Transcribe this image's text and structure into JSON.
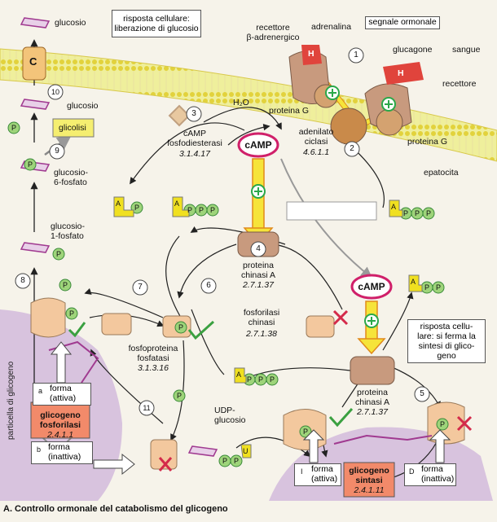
{
  "labels": {
    "glucosio_top": "glucosio",
    "risposta_top": "risposta cellulare:\nliberazione di glucosio",
    "recettore_beta": "recettore\nβ-adrenergico",
    "adrenalina": "adrenalina",
    "segnale": "segnale ormonale",
    "glucagone": "glucagone",
    "sangue": "sangue",
    "recettore": "recettore",
    "carrier": "C",
    "glucosio_10": "glucosio",
    "h2o": "H₂O",
    "proteina_g_left": "proteina G",
    "proteina_g_right": "proteina G",
    "adenilato": "adenilato\nciclasi",
    "adenilato_ec": "4.6.1.1",
    "camp": "cAMP",
    "camp2": "cAMP",
    "fosfodiesterasi": "cAMP\nfosfodiesterasi",
    "fosfodiesterasi_ec": "3.1.4.17",
    "glicolisi": "glicolisi",
    "g6p": "glucosio-\n6-fosfato",
    "epatocita": "epatocita",
    "g1p": "glucosio-\n1-fosfato",
    "pka": "proteina\nchinasi A",
    "pka_ec": "2.7.1.37",
    "pka2": "proteina\nchinasi A",
    "pka2_ec": "2.7.1.37",
    "fosforilasi_chinasi": "fosforilasi\nchinasi",
    "fosforilasi_chinasi_ec": "2.7.1.38",
    "fosfoproteina": "fosfoproteina\nfosfatasi",
    "fosfoproteina_ec": "3.1.3.16",
    "risposta_right": "risposta cellu-\nlare: si ferma la\nsintesi di glico-\ngeno",
    "udp": "UDP-\nglucosio",
    "particella": "particella di glicogeno",
    "forma_a": "forma\n(attiva)",
    "forma_b": "forma\n(inattiva)",
    "glicogeno_fosforilasi": "glicogeno\nfosforilasi",
    "glicogeno_fosforilasi_ec": "2.4.1.1",
    "forma_i": "forma\n(attiva)",
    "forma_d": "forma\n(inattiva)",
    "glicogeno_sintasi": "glicogeno\nsintasi",
    "glicogeno_sintasi_ec": "2.4.1.11",
    "letter_a": "a",
    "letter_b": "b",
    "letter_i": "I",
    "letter_d": "D",
    "p": "P",
    "a": "A",
    "u": "U",
    "h": "H",
    "caption": "A. Controllo ormonale del catabolismo del glicogeno"
  },
  "steps": [
    "1",
    "2",
    "3",
    "4",
    "5",
    "6",
    "7",
    "8",
    "9",
    "10",
    "11"
  ],
  "colors": {
    "membrane": "#e7e98b",
    "protein": "#c89a7e",
    "arrow_yellow": "#f6e43a",
    "arrow_outline": "#e08a1a",
    "camp_ring": "#d0206a",
    "plus_green": "#2aa84a",
    "phosphate": "#9ed47a",
    "adp_yellow": "#f0e020",
    "hormone_red": "#e0443c",
    "particle": "#d7c2de",
    "enzyme_red": "#f28a6a",
    "cross": "#d42a4a",
    "check": "#3aa040"
  },
  "icons": [
    "check-icon",
    "cross-icon",
    "plus-icon",
    "hormone-icon",
    "glucose-icon"
  ]
}
